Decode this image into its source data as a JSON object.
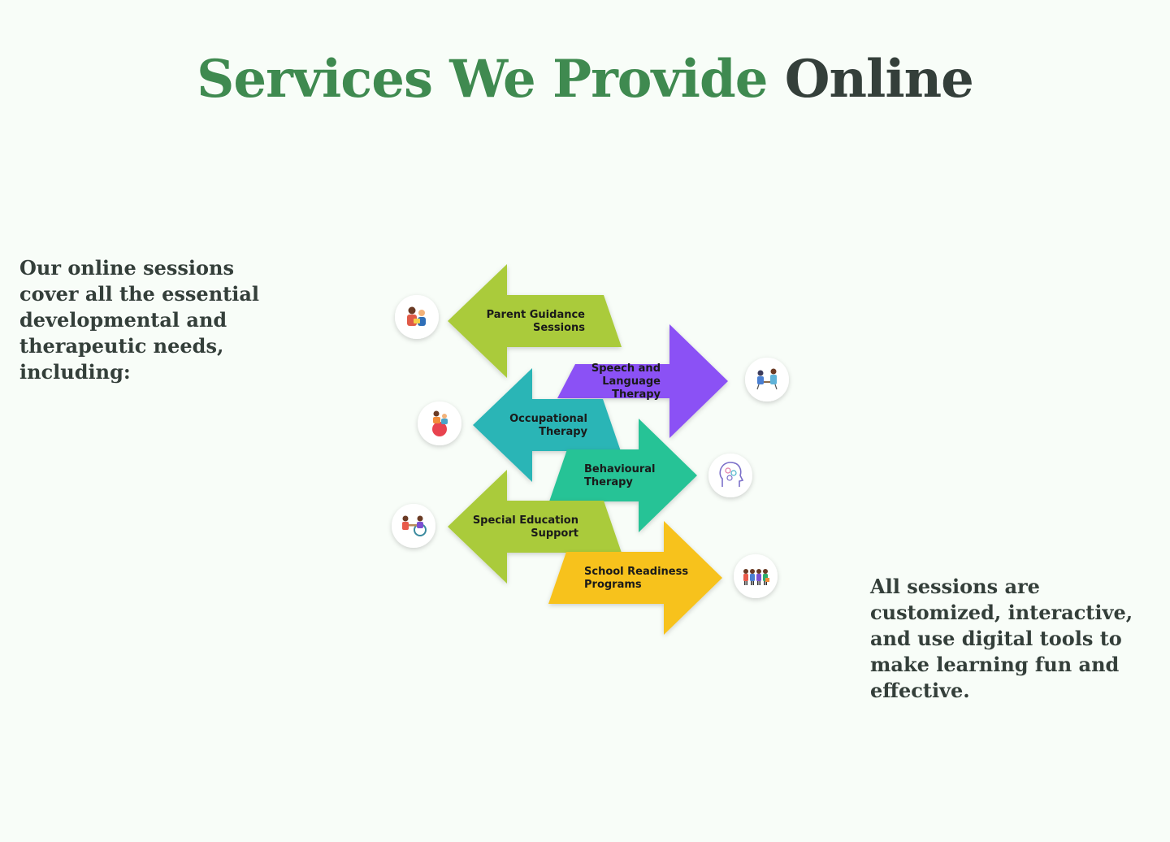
{
  "title": {
    "part1": "Services We Provide",
    "part2": "Online"
  },
  "intro_text": "Our online sessions cover all the essential developmental and therapeutic needs, including:",
  "closing_text": "All sessions are customized, interactive, and use digital tools to make learning fun and effective.",
  "services": [
    {
      "lines": [
        "Parent Guidance",
        "Sessions"
      ],
      "direction": "left",
      "color": "#aacb3b",
      "icon": "parent-child-icon"
    },
    {
      "lines": [
        "Speech and",
        "Language",
        "Therapy"
      ],
      "direction": "right",
      "color": "#8b51f5",
      "icon": "speech-therapy-icon"
    },
    {
      "lines": [
        "Occupational",
        "Therapy"
      ],
      "direction": "left",
      "color": "#2bb5b6",
      "icon": "occupational-therapy-icon"
    },
    {
      "lines": [
        "Behavioural",
        "Therapy"
      ],
      "direction": "right",
      "color": "#27c396",
      "icon": "behaviour-head-icon"
    },
    {
      "lines": [
        "Special Education",
        "Support"
      ],
      "direction": "left",
      "color": "#aacb3b",
      "icon": "special-education-icon"
    },
    {
      "lines": [
        "School Readiness",
        "Programs"
      ],
      "direction": "right",
      "color": "#f7c21b",
      "icon": "school-children-icon"
    }
  ]
}
